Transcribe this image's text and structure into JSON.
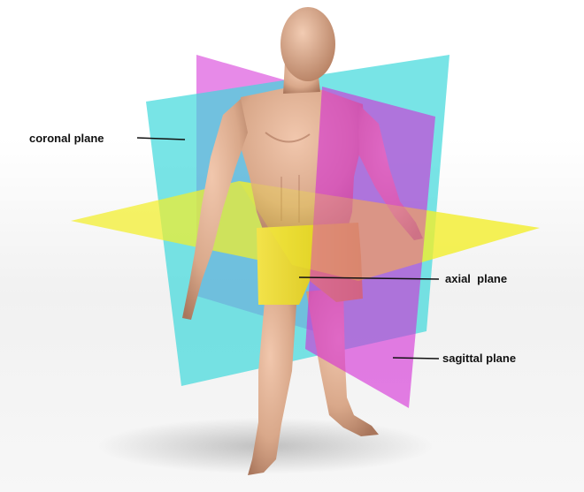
{
  "labels": {
    "coronal": "coronal plane",
    "axial": "axial  plane",
    "sagittal": "sagittal plane"
  },
  "colors": {
    "coronal_plane": "#3fd9dc",
    "sagittal_plane": "#d42ad6",
    "axial_plane": "#f2ee2a",
    "skin": "#d9a88a",
    "shorts": "#e7d20f",
    "leader_line": "#111111"
  }
}
